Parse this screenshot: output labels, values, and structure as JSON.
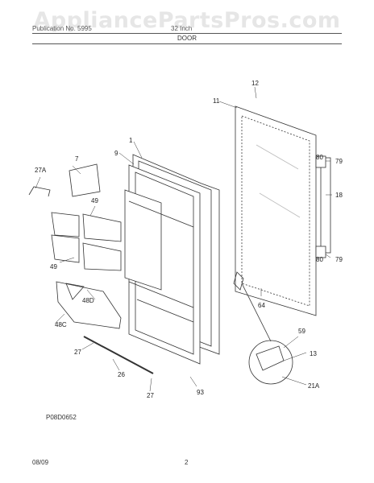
{
  "watermark": "AppliancePartsPros.com",
  "header": {
    "left": "Publication No. 5995",
    "right": "32 Inch",
    "section_title": "DOOR"
  },
  "diagram_code": "P08D0652",
  "footer": {
    "date": "08/09",
    "page": "2"
  },
  "callouts": [
    "12",
    "11",
    "1",
    "9",
    "7",
    "27A",
    "80",
    "79",
    "18",
    "49",
    "49",
    "48D",
    "48C",
    "80",
    "79",
    "64",
    "59",
    "13",
    "27",
    "26",
    "27",
    "93",
    "21A"
  ]
}
